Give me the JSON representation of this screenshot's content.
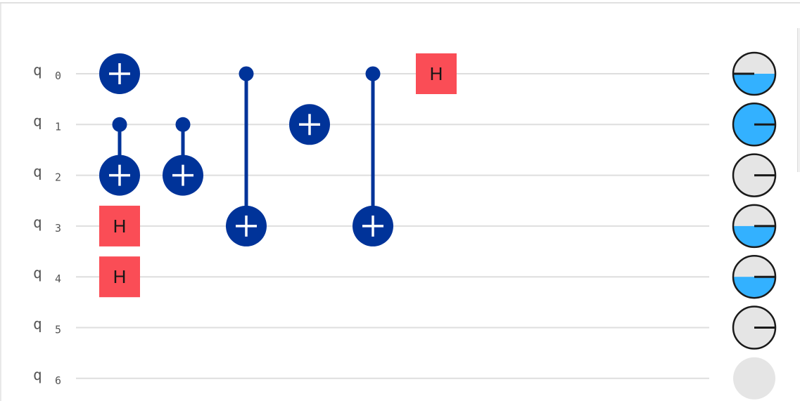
{
  "circuit": {
    "register_name": "q",
    "qubits": [
      "0",
      "1",
      "2",
      "3",
      "4",
      "5",
      "6"
    ],
    "operations": [
      {
        "type": "cx",
        "control": 1,
        "target": 2,
        "column": 0
      },
      {
        "type": "cx",
        "control": null,
        "target": 0,
        "column": 0
      },
      {
        "type": "h",
        "target": 3,
        "column": 0,
        "label": "H"
      },
      {
        "type": "h",
        "target": 4,
        "column": 0,
        "label": "H"
      },
      {
        "type": "cx",
        "control": 1,
        "target": 2,
        "column": 1
      },
      {
        "type": "cx",
        "control": 0,
        "target": 3,
        "column": 2
      },
      {
        "type": "cx",
        "control": null,
        "target": 1,
        "column": 3
      },
      {
        "type": "cx",
        "control": 0,
        "target": 3,
        "column": 4
      },
      {
        "type": "h",
        "target": 0,
        "column": 5,
        "label": "H"
      }
    ],
    "qubit_states": [
      {
        "qubit": 0,
        "probability_one": 0.5,
        "phase_angle_deg": 180
      },
      {
        "qubit": 1,
        "probability_one": 1.0,
        "phase_angle_deg": 0
      },
      {
        "qubit": 2,
        "probability_one": 0.0,
        "phase_angle_deg": 0
      },
      {
        "qubit": 3,
        "probability_one": 0.5,
        "phase_angle_deg": 0
      },
      {
        "qubit": 4,
        "probability_one": 0.5,
        "phase_angle_deg": 0
      },
      {
        "qubit": 5,
        "probability_one": 0.0,
        "phase_angle_deg": 0
      },
      {
        "qubit": 6,
        "probability_one": null,
        "phase_angle_deg": null
      }
    ]
  },
  "colors": {
    "cx_gate": "#003399",
    "h_gate": "#fa4d56",
    "wire": "#dedede",
    "state_fill": "#33b1ff",
    "state_empty": "#e5e5e5",
    "outline": "#1a1a1a"
  }
}
